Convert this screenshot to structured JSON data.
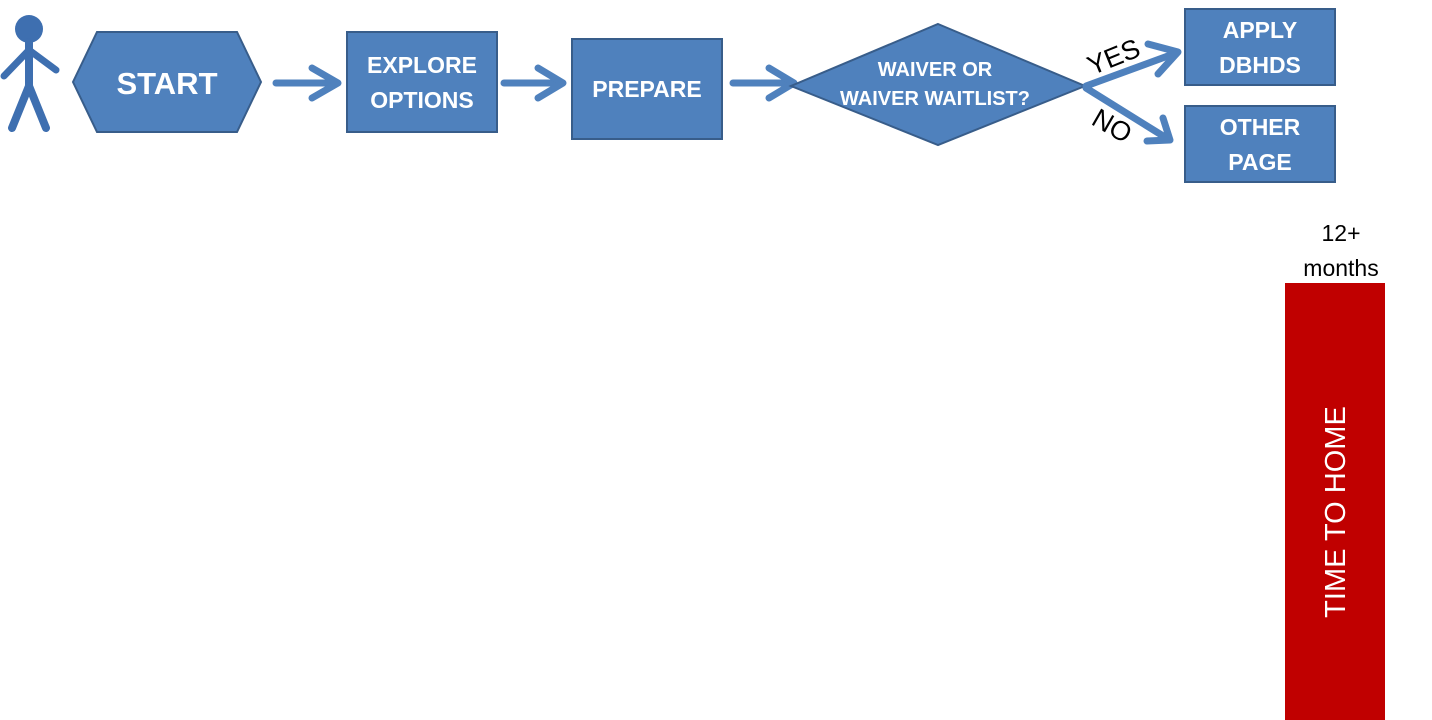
{
  "nodes": {
    "start": {
      "label": "START"
    },
    "explore": {
      "line1": "EXPLORE",
      "line2": "OPTIONS"
    },
    "prepare": {
      "label": "PREPARE"
    },
    "decision": {
      "line1": "WAIVER OR",
      "line2": "WAIVER WAITLIST?"
    },
    "apply": {
      "line1": "APPLY",
      "line2": "DBHDS"
    },
    "other": {
      "line1": "OTHER",
      "line2": "PAGE"
    }
  },
  "branches": {
    "yes": "YES",
    "no": "NO"
  },
  "timeline": {
    "duration_line1": "12+",
    "duration_line2": "months",
    "bar_label": "TIME TO HOME"
  },
  "colors": {
    "node_fill": "#4f81bd",
    "node_stroke": "#385d8a",
    "arrow": "#4f81bd",
    "bar": "#c00000"
  }
}
